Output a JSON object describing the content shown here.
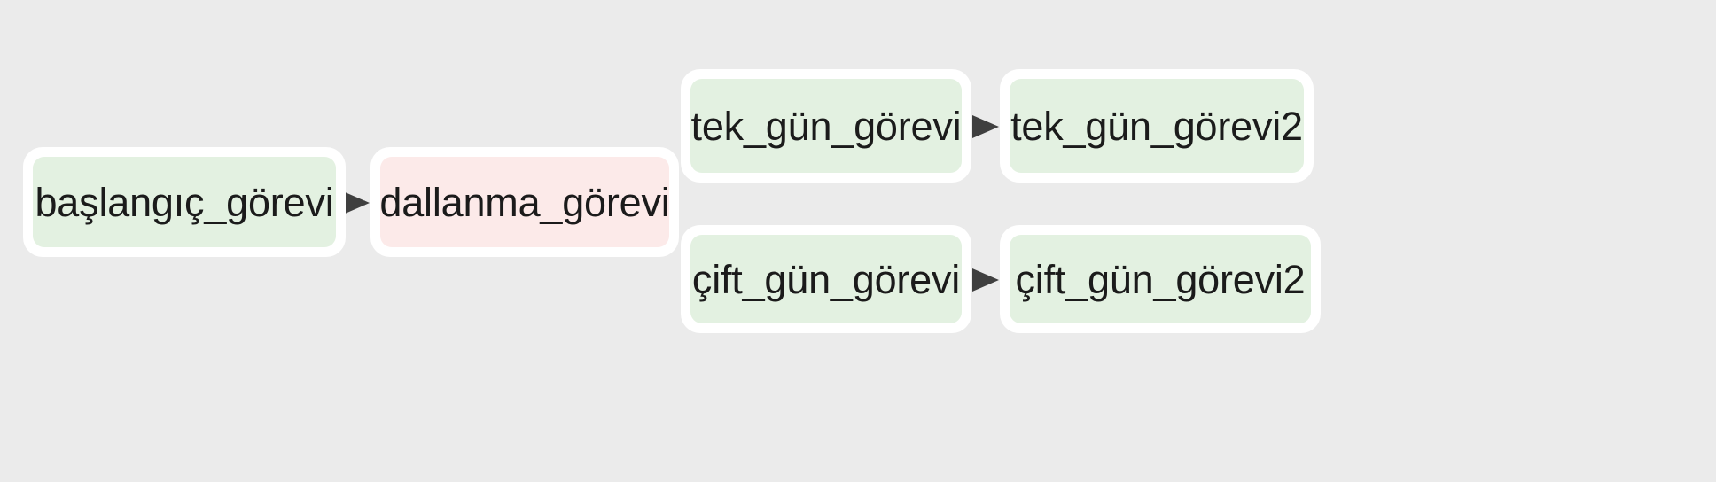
{
  "diagram": {
    "background_color": "#ebebeb",
    "node_border_color": "#ffffff",
    "edge_color": "#3f3f3f",
    "text_color": "#1b1b1b",
    "green_fill": "#e3f1e1",
    "pink_fill": "#fceae9",
    "nodes": [
      {
        "id": "baslangic_gorevi",
        "label": "başlangıç_görevi",
        "style": "green"
      },
      {
        "id": "dallanma_gorevi",
        "label": "dallanma_görevi",
        "style": "pink"
      },
      {
        "id": "tek_gun_gorevi",
        "label": "tek_gün_görevi",
        "style": "green"
      },
      {
        "id": "tek_gun_gorevi2",
        "label": "tek_gün_görevi2",
        "style": "green"
      },
      {
        "id": "cift_gun_gorevi",
        "label": "çift_gün_görevi",
        "style": "green"
      },
      {
        "id": "cift_gun_gorevi2",
        "label": "çift_gün_görevi2",
        "style": "green"
      }
    ],
    "edges": [
      {
        "from": "baslangic_gorevi",
        "to": "dallanma_gorevi",
        "shape": "straight"
      },
      {
        "from": "dallanma_gorevi",
        "to": "tek_gun_gorevi",
        "shape": "curve-up"
      },
      {
        "from": "dallanma_gorevi",
        "to": "cift_gun_gorevi",
        "shape": "curve-down"
      },
      {
        "from": "tek_gun_gorevi",
        "to": "tek_gun_gorevi2",
        "shape": "straight"
      },
      {
        "from": "cift_gun_gorevi",
        "to": "cift_gun_gorevi2",
        "shape": "straight"
      }
    ]
  }
}
